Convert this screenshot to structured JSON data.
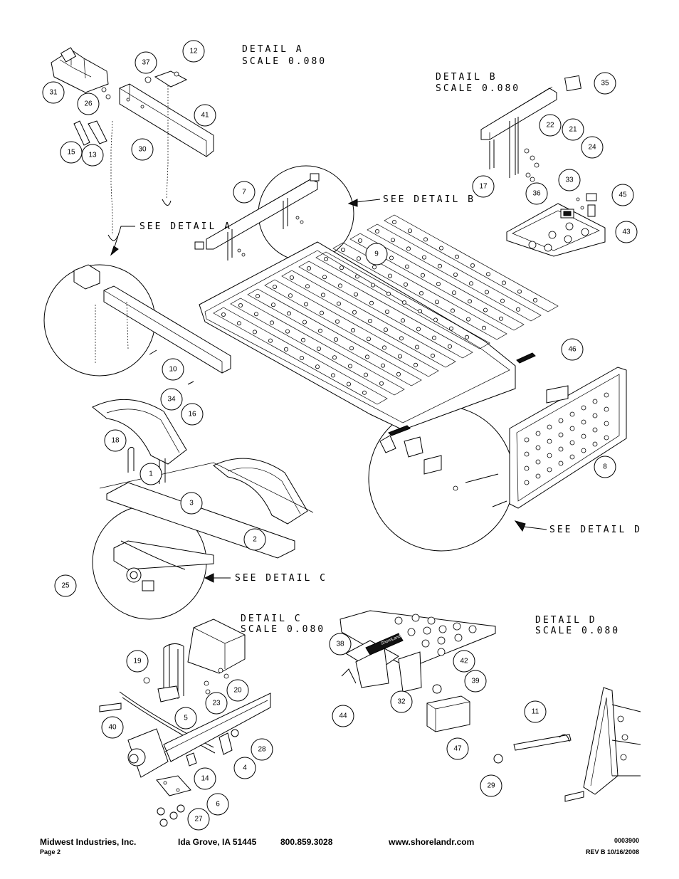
{
  "details": [
    {
      "title": "DETAIL  A",
      "scale": "SCALE  0.080"
    },
    {
      "title": "DETAIL  B",
      "scale": "SCALE  0.080"
    },
    {
      "title": "DETAIL  C",
      "scale": "SCALE  0.080"
    },
    {
      "title": "DETAIL  D",
      "scale": "SCALE  0.080"
    }
  ],
  "see_labels": [
    "SEE DETAIL  A",
    "SEE DETAIL  B",
    "SEE DETAIL  C",
    "SEE DETAIL  D"
  ],
  "callouts": [
    "37",
    "12",
    "31",
    "26",
    "41",
    "15",
    "13",
    "30",
    "35",
    "22",
    "21",
    "24",
    "17",
    "33",
    "45",
    "36",
    "43",
    "7",
    "9",
    "10",
    "34",
    "16",
    "18",
    "1",
    "3",
    "2",
    "25",
    "46",
    "8",
    "19",
    "20",
    "23",
    "5",
    "40",
    "28",
    "4",
    "14",
    "6",
    "27",
    "38",
    "42",
    "39",
    "44",
    "32",
    "47",
    "11",
    "29"
  ],
  "footer": {
    "company": "Midwest Industries, Inc.",
    "city": "Ida Grove, IA  51445",
    "phone": "800.859.3028",
    "web": "www.shorelandr.com",
    "doc_number": "0003900",
    "page": "Page 2",
    "revision": "REV B  10/16/2008"
  },
  "brand_plate": "ShoreLandr"
}
